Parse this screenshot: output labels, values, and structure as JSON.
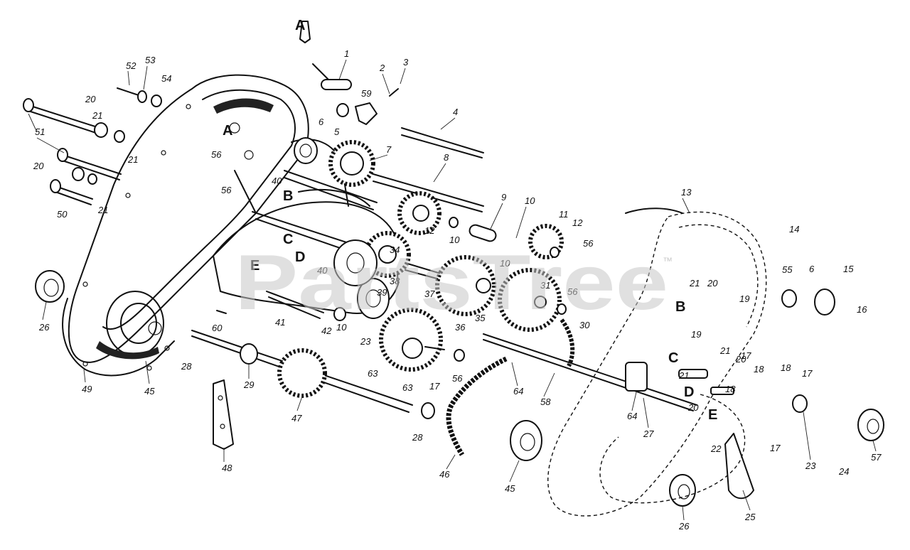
{
  "watermark": {
    "text": "PartsTree",
    "trademark": "™"
  },
  "parts": [
    {
      "id": "n1",
      "label": "1"
    },
    {
      "id": "n2",
      "label": "2"
    },
    {
      "id": "n3",
      "label": "3"
    },
    {
      "id": "n4",
      "label": "4"
    },
    {
      "id": "n5",
      "label": "5"
    },
    {
      "id": "n6",
      "label": "6"
    },
    {
      "id": "n7",
      "label": "7"
    },
    {
      "id": "n8",
      "label": "8"
    },
    {
      "id": "n9",
      "label": "9"
    },
    {
      "id": "n10a",
      "label": "10"
    },
    {
      "id": "n10b",
      "label": "10"
    },
    {
      "id": "n10c",
      "label": "10"
    },
    {
      "id": "n10d",
      "label": "10"
    },
    {
      "id": "n11",
      "label": "11"
    },
    {
      "id": "n12a",
      "label": "12"
    },
    {
      "id": "n12b",
      "label": "12"
    },
    {
      "id": "n13",
      "label": "13"
    },
    {
      "id": "n14",
      "label": "14"
    },
    {
      "id": "n15",
      "label": "15"
    },
    {
      "id": "n16",
      "label": "16"
    },
    {
      "id": "n17a",
      "label": "17"
    },
    {
      "id": "n17b",
      "label": "17"
    },
    {
      "id": "n17c",
      "label": "17"
    },
    {
      "id": "n17d",
      "label": "17"
    },
    {
      "id": "n18a",
      "label": "18"
    },
    {
      "id": "n18b",
      "label": "18"
    },
    {
      "id": "n18c",
      "label": "18"
    },
    {
      "id": "n19a",
      "label": "19"
    },
    {
      "id": "n19b",
      "label": "19"
    },
    {
      "id": "n20a",
      "label": "20"
    },
    {
      "id": "n20b",
      "label": "20"
    },
    {
      "id": "n20c",
      "label": "20"
    },
    {
      "id": "n20d",
      "label": "20"
    },
    {
      "id": "n20e",
      "label": "20"
    },
    {
      "id": "n21a",
      "label": "21"
    },
    {
      "id": "n21b",
      "label": "21"
    },
    {
      "id": "n21c",
      "label": "21"
    },
    {
      "id": "n21d",
      "label": "21"
    },
    {
      "id": "n21e",
      "label": "21"
    },
    {
      "id": "n21f",
      "label": "21"
    },
    {
      "id": "n22",
      "label": "22"
    },
    {
      "id": "n23a",
      "label": "23"
    },
    {
      "id": "n23b",
      "label": "23"
    },
    {
      "id": "n24",
      "label": "24"
    },
    {
      "id": "n25",
      "label": "25"
    },
    {
      "id": "n26a",
      "label": "26"
    },
    {
      "id": "n26b",
      "label": "26"
    },
    {
      "id": "n27",
      "label": "27"
    },
    {
      "id": "n28a",
      "label": "28"
    },
    {
      "id": "n28b",
      "label": "28"
    },
    {
      "id": "n29",
      "label": "29"
    },
    {
      "id": "n30",
      "label": "30"
    },
    {
      "id": "n31",
      "label": "31"
    },
    {
      "id": "n34",
      "label": "34"
    },
    {
      "id": "n35",
      "label": "35"
    },
    {
      "id": "n36",
      "label": "36"
    },
    {
      "id": "n37",
      "label": "37"
    },
    {
      "id": "n38",
      "label": "38"
    },
    {
      "id": "n39",
      "label": "39"
    },
    {
      "id": "n40a",
      "label": "40"
    },
    {
      "id": "n40b",
      "label": "40"
    },
    {
      "id": "n41",
      "label": "41"
    },
    {
      "id": "n42",
      "label": "42"
    },
    {
      "id": "n45a",
      "label": "45"
    },
    {
      "id": "n45b",
      "label": "45"
    },
    {
      "id": "n46",
      "label": "46"
    },
    {
      "id": "n47",
      "label": "47"
    },
    {
      "id": "n48",
      "label": "48"
    },
    {
      "id": "n49",
      "label": "49"
    },
    {
      "id": "n50",
      "label": "50"
    },
    {
      "id": "n51",
      "label": "51"
    },
    {
      "id": "n52",
      "label": "52"
    },
    {
      "id": "n53",
      "label": "53"
    },
    {
      "id": "n54",
      "label": "54"
    },
    {
      "id": "n55",
      "label": "55"
    },
    {
      "id": "n56a",
      "label": "56"
    },
    {
      "id": "n56b",
      "label": "56"
    },
    {
      "id": "n56c",
      "label": "56"
    },
    {
      "id": "n56d",
      "label": "56"
    },
    {
      "id": "n56e",
      "label": "56"
    },
    {
      "id": "n57",
      "label": "57"
    },
    {
      "id": "n58",
      "label": "58"
    },
    {
      "id": "n59",
      "label": "59"
    },
    {
      "id": "n60",
      "label": "60"
    },
    {
      "id": "n63a",
      "label": "63"
    },
    {
      "id": "n63b",
      "label": "63"
    },
    {
      "id": "n64a",
      "label": "64"
    },
    {
      "id": "n64b",
      "label": "64"
    },
    {
      "id": "n6b",
      "label": "6"
    }
  ],
  "letters": [
    {
      "id": "A1",
      "label": "A"
    },
    {
      "id": "A2",
      "label": "A"
    },
    {
      "id": "B1",
      "label": "B"
    },
    {
      "id": "B2",
      "label": "B"
    },
    {
      "id": "C1",
      "label": "C"
    },
    {
      "id": "C2",
      "label": "C"
    },
    {
      "id": "D1",
      "label": "D"
    },
    {
      "id": "D2",
      "label": "D"
    },
    {
      "id": "E1",
      "label": "E"
    },
    {
      "id": "E2",
      "label": "E"
    }
  ]
}
